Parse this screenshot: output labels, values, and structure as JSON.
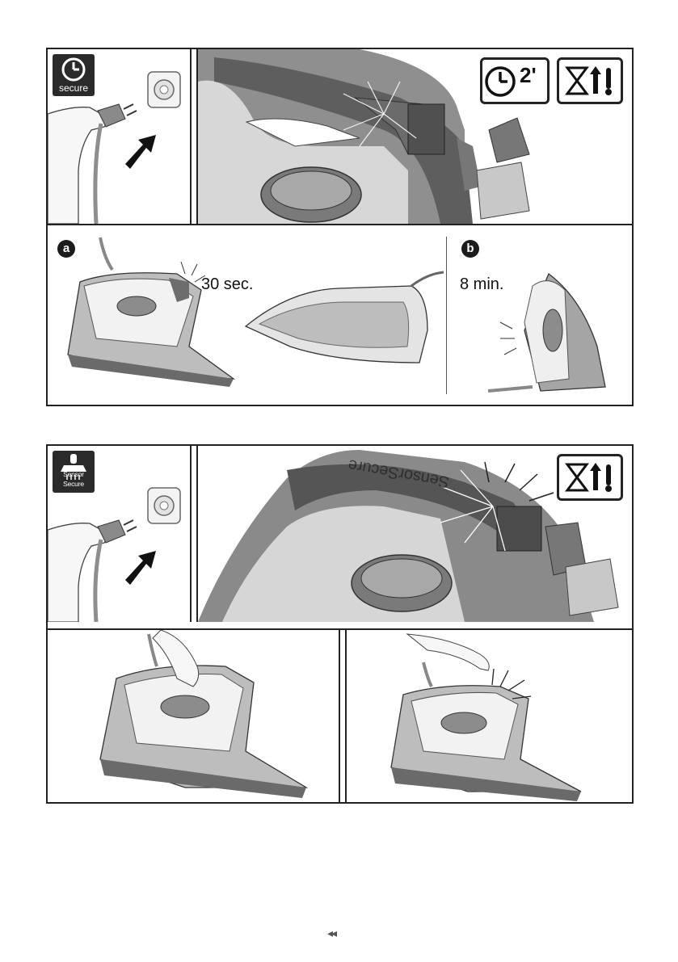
{
  "figure1": {
    "badge": {
      "label": "secure",
      "icon": "clock-icon"
    },
    "symbols": {
      "timer": {
        "value": "2'",
        "icon": "clock-icon"
      },
      "heat_warning": {
        "icon": "hourglass-hot-surface-icon"
      }
    },
    "step_a": {
      "letter": "a",
      "time": "30 sec."
    },
    "step_b": {
      "letter": "b",
      "time": "8 min."
    }
  },
  "figure2": {
    "badge": {
      "label": "Sensor Secure",
      "icon": "hand-sensor-icon"
    },
    "handle_text": "SensorSecure",
    "symbols": {
      "heat_warning": {
        "icon": "hourglass-hot-surface-icon"
      }
    }
  },
  "page_marker": "◂◂",
  "colors": {
    "iron_dark": "#5a5a5a",
    "iron_mid": "#9c9c9c",
    "iron_light": "#d9d9d9",
    "line": "#222222"
  }
}
